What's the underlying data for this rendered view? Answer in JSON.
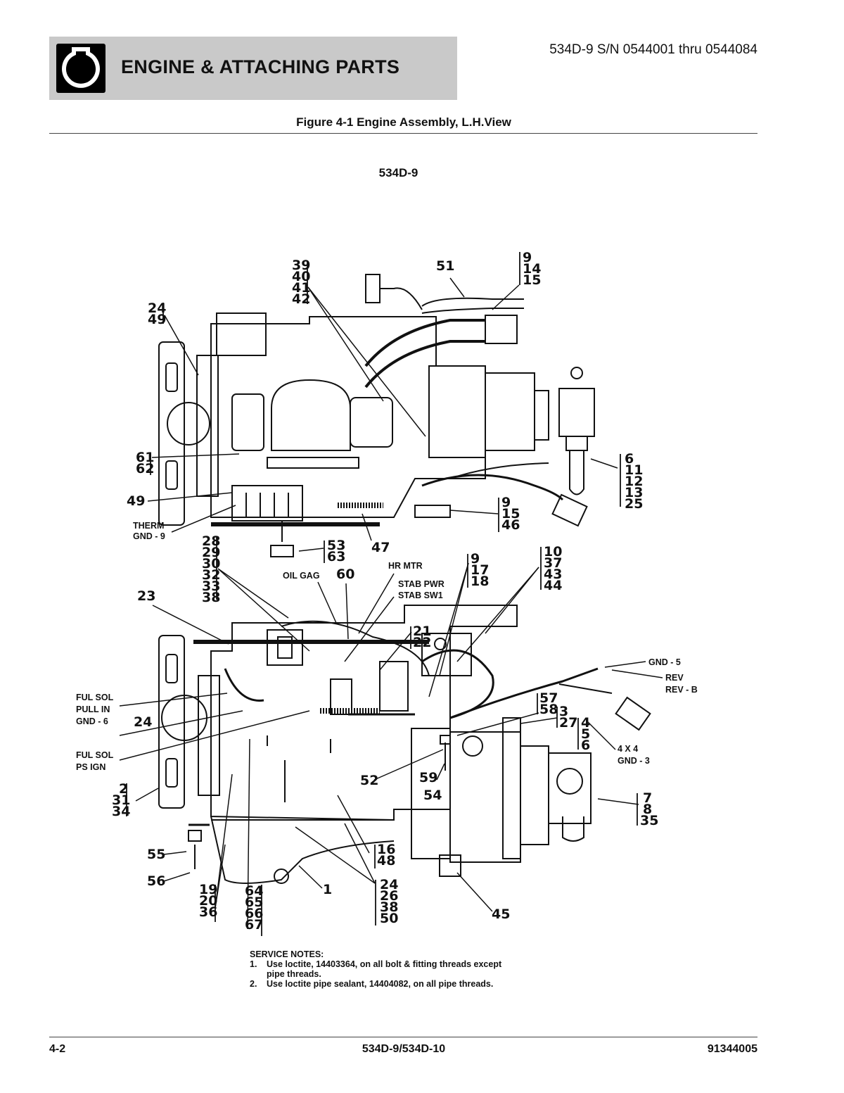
{
  "header": {
    "title": "ENGINE & ATTACHING PARTS",
    "serial_range": "534D-9 S/N 0544001 thru 0544084",
    "icon": "engine-icon"
  },
  "figure": {
    "title": "Figure 4-1 Engine Assembly, L.H.View",
    "model": "534D-9"
  },
  "callouts_top": {
    "c39": [
      "39",
      "40",
      "41",
      "42"
    ],
    "c51": "51",
    "c9a": [
      "9",
      "14",
      "15"
    ],
    "c24a": [
      "24",
      "49"
    ],
    "c61": [
      "61",
      "62"
    ],
    "c49": "49",
    "therm": [
      "THERM",
      "GND - 9"
    ],
    "c6": [
      "6",
      "11",
      "12",
      "13",
      "25"
    ],
    "c9b": [
      "9",
      "15",
      "46"
    ],
    "c53": [
      "53",
      "63"
    ],
    "c47": "47"
  },
  "callouts_bottom": {
    "c28": [
      "28",
      "29",
      "30",
      "32",
      "33",
      "38"
    ],
    "oil_gag": "OIL GAG",
    "c60": "60",
    "hr_mtr": "HR MTR",
    "stab": [
      "STAB PWR",
      "STAB SW1"
    ],
    "c9c": [
      "9",
      "17",
      "18"
    ],
    "c10": [
      "10",
      "37",
      "43",
      "44"
    ],
    "c23": "23",
    "c21": [
      "21",
      "22"
    ],
    "gnd5": "GND - 5",
    "rev": [
      "REV",
      "REV - B"
    ],
    "ful_sol_pull": [
      "FUL SOL",
      "PULL IN",
      "GND - 6"
    ],
    "c24b": "24",
    "c57": [
      "57",
      "58"
    ],
    "c3": [
      "3",
      "27"
    ],
    "c4": [
      "4",
      "5",
      "6"
    ],
    "four_x_four": [
      "4 X 4",
      "GND - 3"
    ],
    "ful_sol_ps": [
      "FUL SOL",
      "PS IGN"
    ],
    "c52": "52",
    "c59": "59",
    "c54": "54",
    "c2": [
      "2",
      "31",
      "34"
    ],
    "c7": [
      "7",
      "8",
      "35"
    ],
    "c55": "55",
    "c16": [
      "16",
      "48"
    ],
    "c56": "56",
    "c1": "1",
    "c19": [
      "19",
      "20",
      "36"
    ],
    "c64": [
      "64",
      "65",
      "66",
      "67"
    ],
    "c24c": [
      "24",
      "26",
      "38",
      "50"
    ],
    "c45": "45"
  },
  "service_notes": {
    "heading": "SERVICE NOTES:",
    "n1_num": "1.",
    "n1_a": "Use loctite, 14403364, on all bolt & fitting threads except",
    "n1_b": "pipe threads.",
    "n2_num": "2.",
    "n2": "Use loctite pipe sealant, 14404082, on all pipe threads."
  },
  "footer": {
    "page": "4-2",
    "model": "534D-9/534D-10",
    "doc_number": "91344005"
  }
}
